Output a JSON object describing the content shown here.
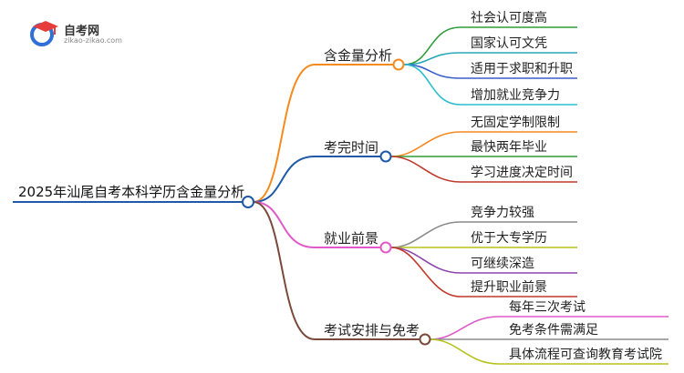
{
  "logo": {
    "title": "自考网",
    "subtitle": "zikao-zikao.com",
    "colors": {
      "ring": "#2f6fd6",
      "cap": "#e63c3c"
    }
  },
  "mindmap": {
    "root": {
      "label": "2025年汕尾自考本科学历含金量分析",
      "color": "#1e5aa8"
    },
    "branches": [
      {
        "id": "value",
        "label": "含金量分析",
        "color": "#f58a1f",
        "children": [
          {
            "label": "社会认可度高",
            "color": "#2e9d3a"
          },
          {
            "label": "国家认可文凭",
            "color": "#2aa9b8"
          },
          {
            "label": "适用于求职和升职",
            "color": "#3a5fc8"
          },
          {
            "label": "增加就业竞争力",
            "color": "#2bbfcf"
          }
        ]
      },
      {
        "id": "time",
        "label": "考完时间",
        "color": "#1e5aa8",
        "children": [
          {
            "label": "无固定学制限制",
            "color": "#f58a1f"
          },
          {
            "label": "最快两年毕业",
            "color": "#2e9d3a"
          },
          {
            "label": "学习进度决定时间",
            "color": "#c0392b"
          }
        ]
      },
      {
        "id": "career",
        "label": "就业前景",
        "color": "#e05ac8",
        "children": [
          {
            "label": "竞争力较强",
            "color": "#8a8a8a"
          },
          {
            "label": "优于大专学历",
            "color": "#b5c21e"
          },
          {
            "label": "可继续深造",
            "color": "#8e44ad"
          },
          {
            "label": "提升职业前景",
            "color": "#c0392b"
          }
        ]
      },
      {
        "id": "exam",
        "label": "考试安排与免考",
        "color": "#7a4a3a",
        "children": [
          {
            "label": "每年三次考试",
            "color": "#e05ac8"
          },
          {
            "label": "免考条件需满足",
            "color": "#8a8a8a"
          },
          {
            "label": "具体流程可查询教育考试院",
            "color": "#b5c21e"
          }
        ]
      }
    ]
  }
}
